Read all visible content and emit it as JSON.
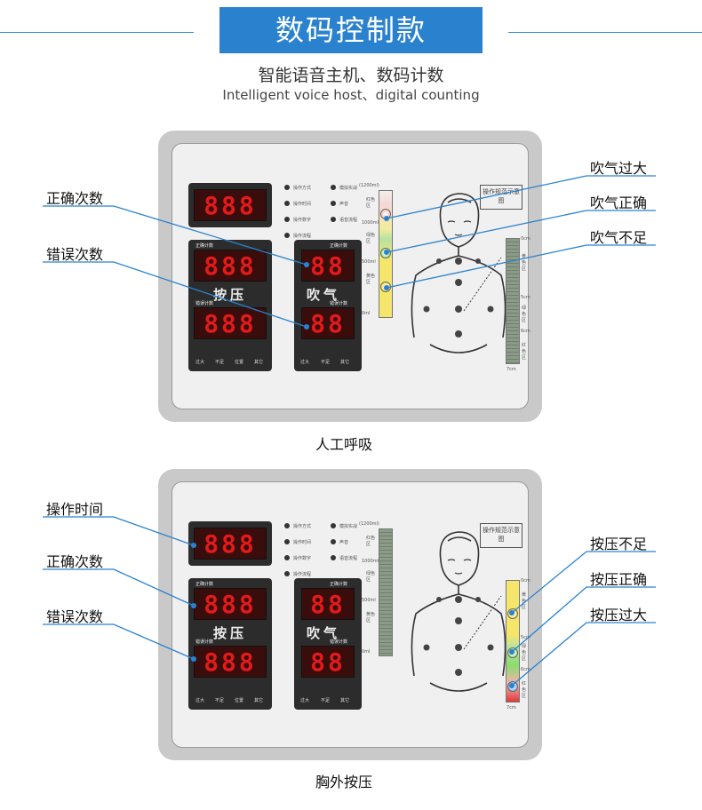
{
  "header": {
    "title": "数码控制款",
    "subtitle_cn": "智能语音主机、数码计数",
    "subtitle_en": "Intelligent voice host、digital counting"
  },
  "colors": {
    "accent": "#2a82cf",
    "segment_red": "#e21a1a",
    "leader_line": "#2a82cf"
  },
  "panel_common": {
    "display_digits": "888",
    "small_display_digits": "88",
    "press_label": "按压",
    "blow_label": "吹气",
    "correct_count_tag": "正确计数",
    "error_count_tag": "错误计数",
    "press_bottom_labels": [
      "过大",
      "不足",
      "位置",
      "其它"
    ],
    "blow_bottom_labels": [
      "过大",
      "不足",
      "其它"
    ],
    "status_left": [
      "操作方式",
      "操作时间",
      "操作数字",
      "操作流程"
    ],
    "status_right": [
      "模拟实战",
      "声音",
      "语音流程"
    ],
    "lung_top_label": "(1200ml)",
    "lung_zones": [
      "红色区",
      "绿色区",
      "黄色区"
    ],
    "lung_scale": [
      "1000ml",
      "500ml",
      "0ml"
    ],
    "depth_zones": [
      "黄色区",
      "绿色区",
      "红色区"
    ],
    "depth_scale": [
      "0cm",
      "5cm",
      "6cm",
      "7cm"
    ],
    "diagram_label": "操作规范示意图"
  },
  "section1": {
    "caption": "人工呼吸",
    "callouts_left": [
      "正确次数",
      "错误次数"
    ],
    "callouts_right": [
      "吹气过大",
      "吹气正确",
      "吹气不足"
    ]
  },
  "section2": {
    "caption": "胸外按压",
    "callouts_left": [
      "操作时间",
      "正确次数",
      "错误次数"
    ],
    "callouts_right": [
      "按压不足",
      "按压正确",
      "按压过大"
    ]
  }
}
